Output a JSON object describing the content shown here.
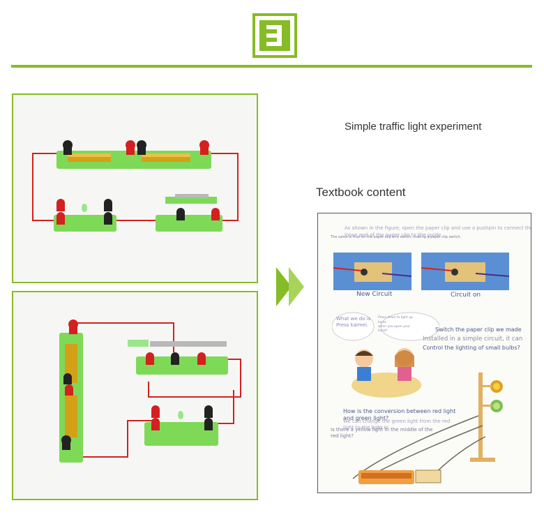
{
  "header": {
    "logo_icon": "e-letter-logo-icon",
    "accent_color": "#86bc25"
  },
  "left_panel": {
    "photo_top": "circuit-kit-photo-1",
    "photo_bottom": "circuit-kit-photo-2"
  },
  "arrow_icon": "double-chevron-right-icon",
  "main": {
    "title": "Simple traffic light experiment",
    "section_label": "Textbook content"
  },
  "textbook": {
    "intro_line1": "As shown in the figure, open the paper clip and use a pushpin to connect the",
    "intro_line2": "loose end of the paper clip to the guide",
    "intro_overlay": "The same is true for the paper clip and switch, making a paper clip switch.",
    "caption_left": "New Circuit",
    "caption_right": "Circuit on",
    "bubble_left_1": "What we do is",
    "bubble_left_2": "Press kaimei.",
    "bubble_right_1": "Press down to light up",
    "bubble_right_2": "loose",
    "bubble_right_3": "when you open your",
    "bubble_right_4": "hand?",
    "switch_line1": "Switch the paper clip we made",
    "switch_line2": "Installed in a simple circuit, it can",
    "switch_line3": "Control the lighting of small bulbs?",
    "question_line1": "How is the conversion between red light",
    "question_line2": "and green light?",
    "answer_line1": "We can change the green light from the red",
    "answer_line2": "light to the light in",
    "yellow_q1": "Is there a yellow light in the middle of the",
    "yellow_q2": "red light?"
  }
}
